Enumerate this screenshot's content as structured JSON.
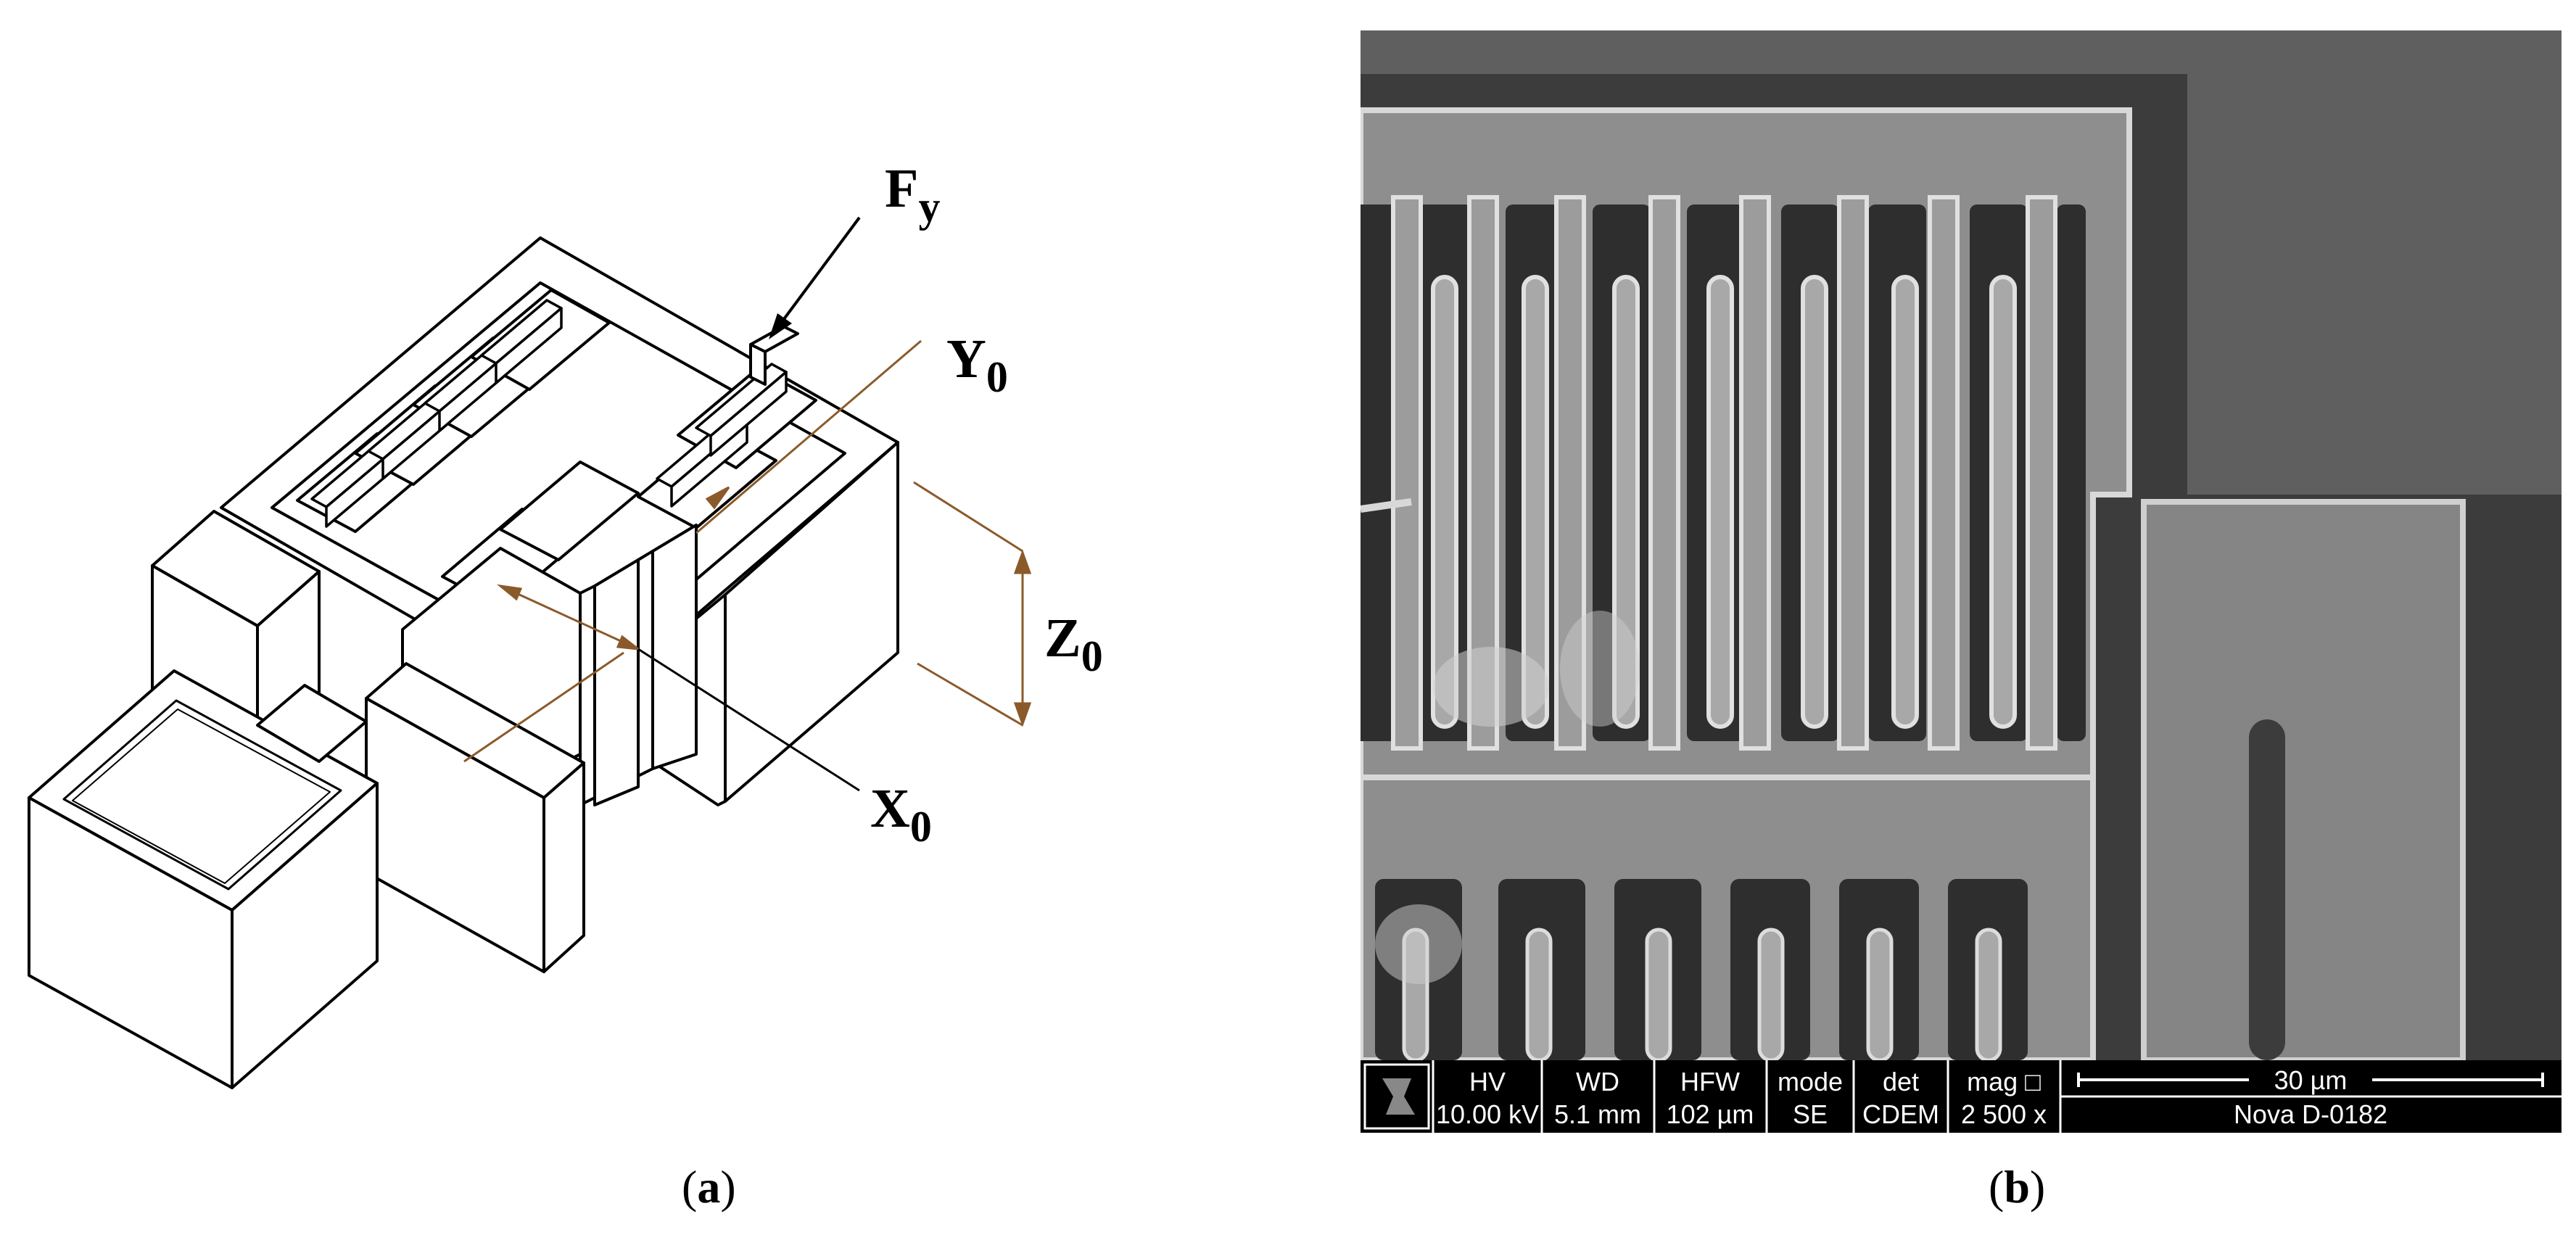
{
  "panel_a": {
    "labels": {
      "force": "F",
      "force_sub": "y",
      "y_axis": "Y",
      "y_sub": "0",
      "z_axis": "Z",
      "z_sub": "0",
      "x_axis": "X",
      "x_sub": "0"
    },
    "caption_letter": "a",
    "colors": {
      "line": "#000000",
      "dimension": "#8b5a2b"
    }
  },
  "panel_b": {
    "info_bar": {
      "columns": [
        {
          "header": "HV",
          "value": "10.00 kV"
        },
        {
          "header": "WD",
          "value": "5.1 mm"
        },
        {
          "header": "HFW",
          "value": "102 µm"
        },
        {
          "header": "mode",
          "value": "SE"
        },
        {
          "header": "det",
          "value": "CDEM"
        },
        {
          "header": "mag □",
          "value": "2 500 x"
        }
      ],
      "scale_label": "30 µm",
      "instrument": "Nova D-0182"
    },
    "caption_letter": "b"
  }
}
